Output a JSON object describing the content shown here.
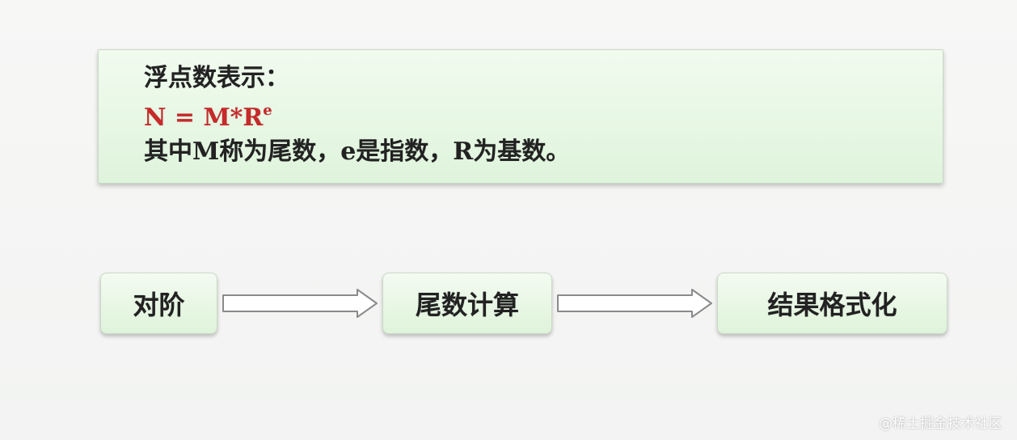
{
  "info_box": {
    "heading": "浮点数表示：",
    "formula_base": "N = M*R",
    "formula_exponent": "e",
    "description": "其中M称为尾数，e是指数，R为基数。"
  },
  "flow": {
    "steps": [
      "对阶",
      "尾数计算",
      "结果格式化"
    ]
  },
  "watermark": "@稀土掘金技术社区",
  "colors": {
    "formula": "#c62a2a",
    "box_fill": "#e4f5e1",
    "arrow_outline": "#8a8a8a"
  }
}
